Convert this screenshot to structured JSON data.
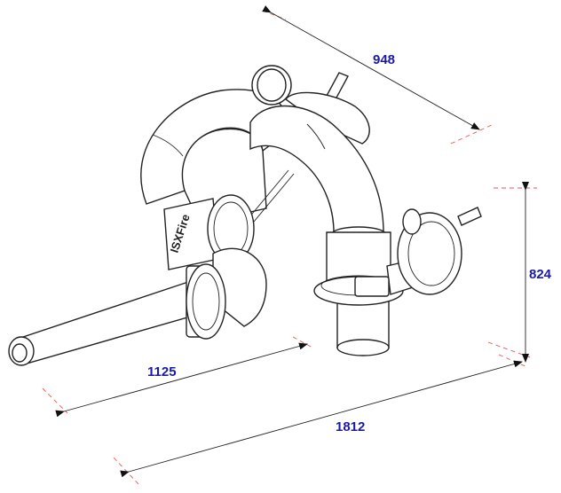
{
  "dimensions": {
    "top_width": "948",
    "height": "824",
    "nozzle_length": "1125",
    "total_length": "1812"
  },
  "logo": {
    "text": "ISXFire"
  },
  "colors": {
    "dimension_text": "#1a1aa6",
    "extension_lines": "#e05a5a",
    "outline": "#222222"
  }
}
